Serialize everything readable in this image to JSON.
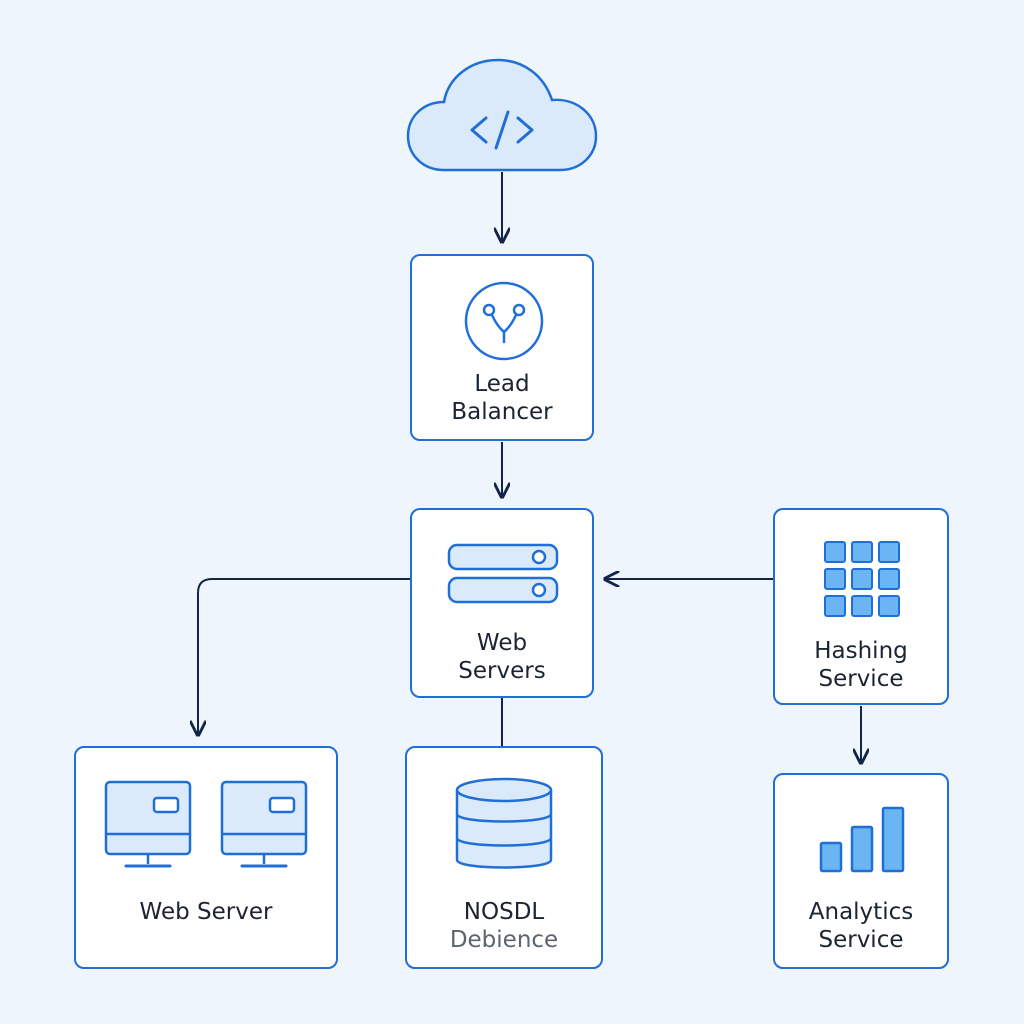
{
  "colors": {
    "background": "#eef5fc",
    "node_border": "#1f6fd6",
    "icon_stroke": "#1f6fd6",
    "icon_fill_light": "#dbeafb",
    "icon_fill_medium": "#6bb6f2",
    "connector": "#13254a",
    "text": "#1b2432",
    "text_muted": "#5b6470"
  },
  "nodes": {
    "client": {
      "icon": "cloud-code-icon"
    },
    "load_balancer": {
      "icon": "branch-icon",
      "label_line1": "Lead",
      "label_line2": "Balancer"
    },
    "web_servers": {
      "icon": "server-rack-icon",
      "label_line1": "Web",
      "label_line2": "Servers"
    },
    "hashing_service": {
      "icon": "grid-icon",
      "label_line1": "Hashing",
      "label_line2": "Service"
    },
    "web_server": {
      "icon": "monitor-icon",
      "label": "Web Server"
    },
    "database": {
      "icon": "database-icon",
      "label_line1": "NOSDL",
      "label_line2": "Debience"
    },
    "analytics_service": {
      "icon": "bar-chart-icon",
      "label_line1": "Analytics",
      "label_line2": "Service"
    }
  },
  "edges": [
    {
      "from": "client",
      "to": "load_balancer",
      "arrow": true
    },
    {
      "from": "load_balancer",
      "to": "web_servers",
      "arrow": true
    },
    {
      "from": "web_servers",
      "to": "web_server",
      "arrow": true
    },
    {
      "from": "hashing_service",
      "to": "web_servers",
      "arrow": true
    },
    {
      "from": "web_servers",
      "to": "database",
      "arrow": false
    },
    {
      "from": "hashing_service",
      "to": "analytics_service",
      "arrow": true
    }
  ]
}
